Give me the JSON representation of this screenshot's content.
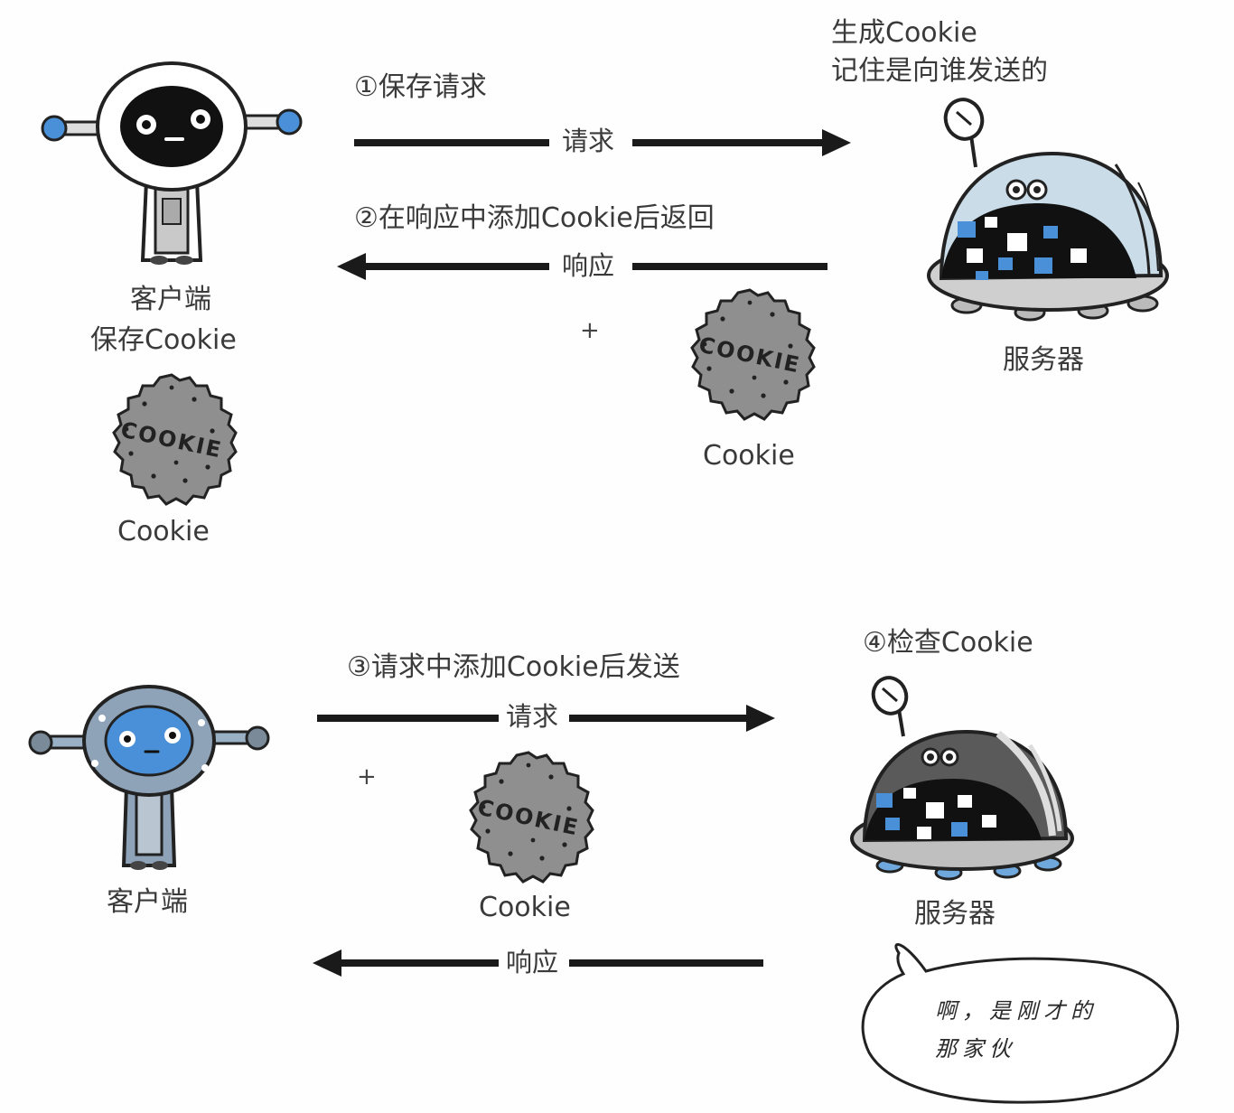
{
  "top": {
    "step1": "①保存请求",
    "request_label": "请求",
    "server_note_line1": "生成Cookie",
    "server_note_line2": "记住是向谁发送的",
    "step2": "②在响应中添加Cookie后返回",
    "response_label": "响应",
    "plus": "+",
    "cookie_caption": "Cookie",
    "client_label": "客户端",
    "client_note": "保存Cookie",
    "client_cookie_caption": "Cookie",
    "server_label": "服务器"
  },
  "bottom": {
    "step3": "③请求中添加Cookie后发送",
    "request_label": "请求",
    "step4": "④检查Cookie",
    "plus": "+",
    "cookie_caption": "Cookie",
    "client_label": "客户端",
    "server_label": "服务器",
    "response_label": "响应",
    "speech_line1": "啊，是刚才的",
    "speech_line2": "那家伙"
  },
  "cookie_stamp": "COOKIE",
  "colors": {
    "arrow": "#1a1a1a",
    "robot_blue": "#4a90d9",
    "robot_gray": "#8fa3b8",
    "cookie_gray": "#8c8c8c",
    "dome_light": "#c9dce8",
    "dome_dark": "#5a5a5a"
  }
}
